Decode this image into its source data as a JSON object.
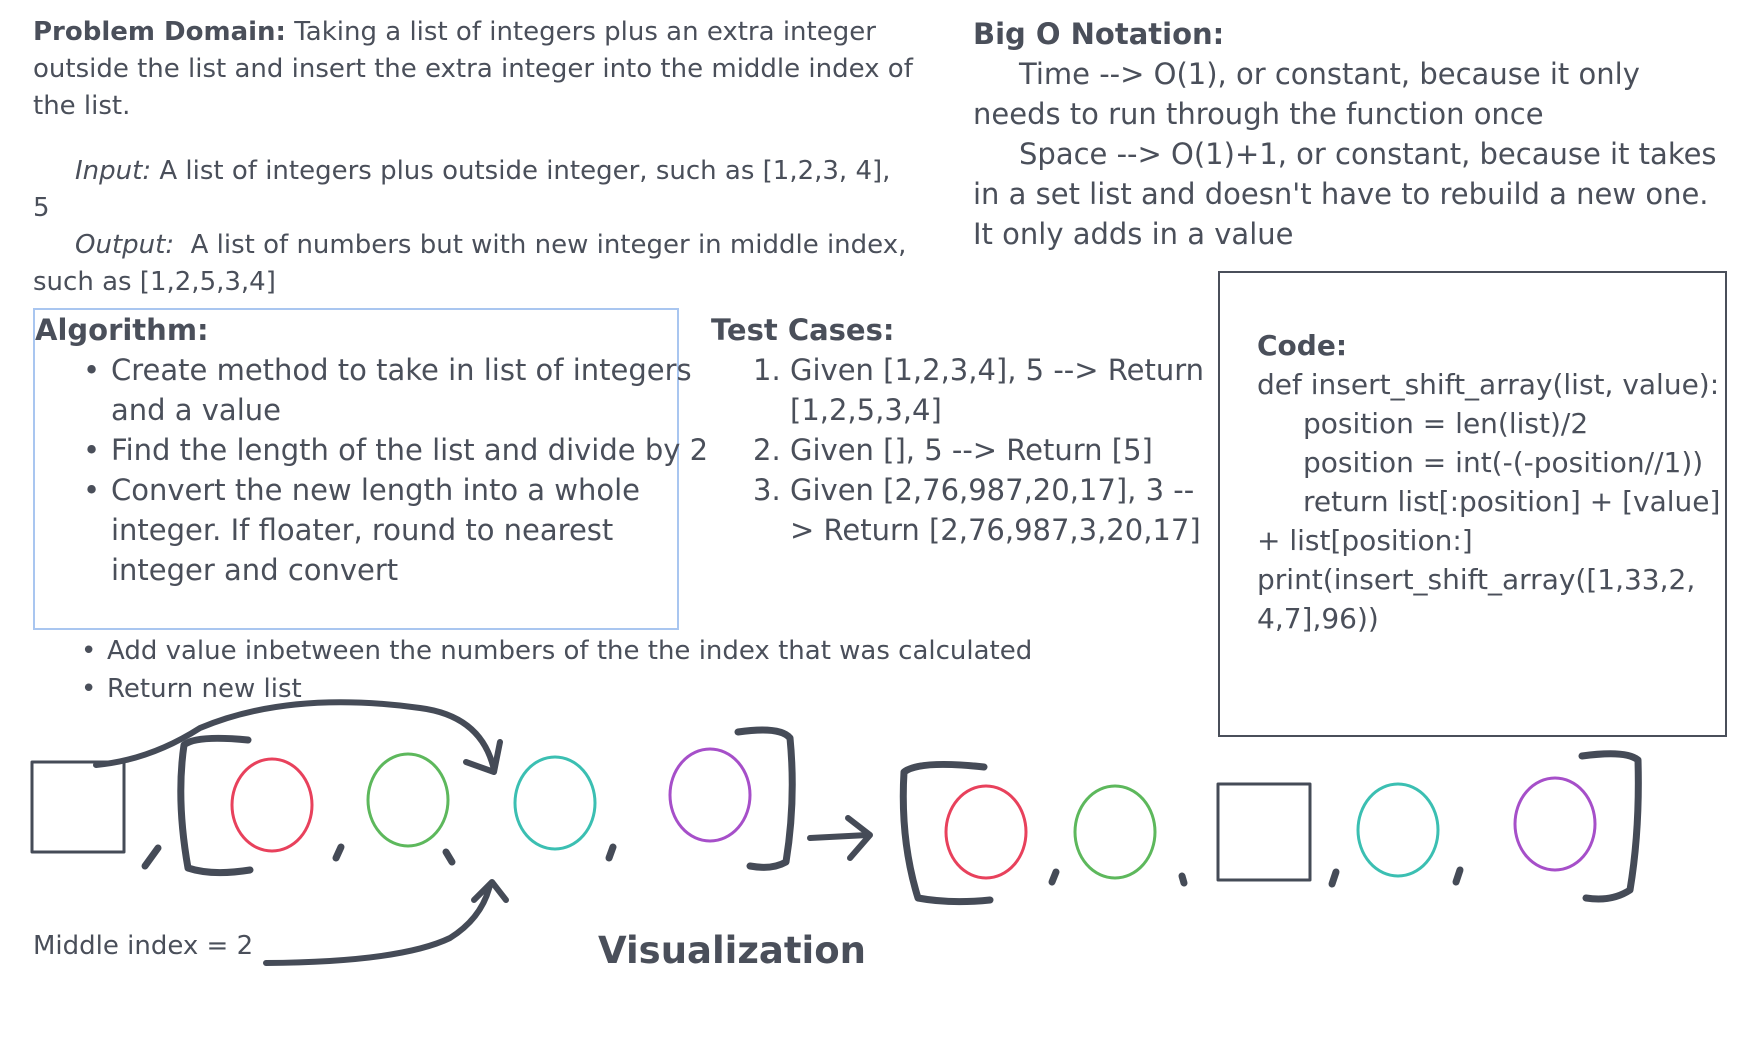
{
  "problem": {
    "label": "Problem Domain:",
    "text": "Taking a list of integers plus an extra integer outside the list and insert the extra integer into the middle index of the list.",
    "input_label": "Input:",
    "input_text": "A list of integers plus outside integer, such as [1,2,3, 4], 5",
    "output_label": "Output:",
    "output_text": "A list of numbers but with new integer in middle index, such as [1,2,5,3,4]"
  },
  "bigo": {
    "title": "Big O Notation:",
    "time": "Time --> O(1), or constant, because it only needs to run through the function once",
    "space": "Space --> O(1)+1, or constant, because it takes in a set list and doesn't have to rebuild a new one. It only adds in a value"
  },
  "algorithm": {
    "title": "Algorithm:",
    "steps": [
      "Create method to take in list of integers and a value",
      "Find the length of the list and divide by 2",
      "Convert the new length into a whole integer. If floater, round to nearest integer and convert",
      "Add value inbetween the numbers of the the index that was calculated",
      "Return new list"
    ]
  },
  "tests": {
    "title": "Test Cases:",
    "items": [
      {
        "num": "1.",
        "text": "Given [1,2,3,4], 5 --> Return [1,2,5,3,4]"
      },
      {
        "num": "2.",
        "text": "Given [], 5 --> Return [5]"
      },
      {
        "num": "3.",
        "text": "Given [2,76,987,20,17], 3 --> Return [2,76,987,3,20,17]"
      }
    ]
  },
  "code": {
    "title": "Code:",
    "line1": "def insert_shift_array(list, value):",
    "line2": "position = len(list)/2",
    "line3": "position = int(-(-position//1))",
    "line4": "return list[:position] + [value] + list[position:]",
    "line5": "print(insert_shift_array([1,33,2, 4,7],96))"
  },
  "visualization": {
    "title": "Visualization",
    "middle_label": "Middle index = 2",
    "colors": {
      "ink": "#454b57",
      "red": "#e8415c",
      "green": "#5db85c",
      "teal": "#3bbfb2",
      "purple": "#a64fc9"
    }
  }
}
